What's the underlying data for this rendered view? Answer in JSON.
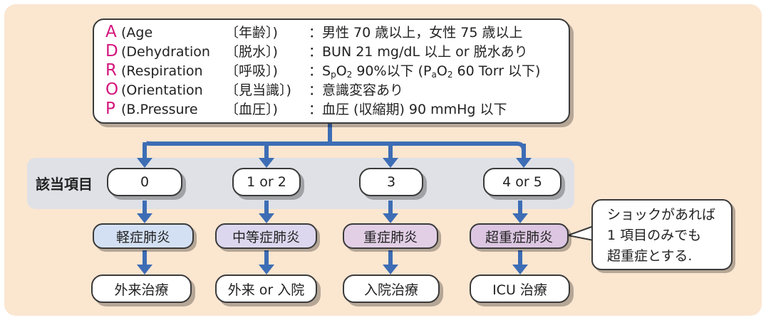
{
  "criteria": [
    {
      "letter": "A",
      "english": "(Age",
      "japanese": "〔年齢〕)",
      "criterion": "：男性 70 歳以上，女性 75 歳以上"
    },
    {
      "letter": "D",
      "english": "(Dehydration",
      "japanese": "〔脱水〕)",
      "criterion": "：BUN 21 mg/dL 以上 or 脱水あり"
    },
    {
      "letter": "R",
      "english": "(Respiration",
      "japanese": "〔呼吸〕)",
      "criterion_parts": [
        "：S",
        "p",
        "O",
        "2",
        " 90%以下 (P",
        "a",
        "O",
        "2",
        " 60 Torr 以下)"
      ]
    },
    {
      "letter": "O",
      "english": "(Orientation",
      "japanese": "〔見当識〕)",
      "criterion": "：意識変容あり"
    },
    {
      "letter": "P",
      "english": "(B.Pressure",
      "japanese": "〔血圧〕)",
      "criterion": "：血圧 (収縮期) 90 mmHg 以下"
    }
  ],
  "count_label": "該当項目",
  "counts": [
    "0",
    "1 or 2",
    "3",
    "4 or 5"
  ],
  "severities": [
    "軽症肺炎",
    "中等症肺炎",
    "重症肺炎",
    "超重症肺炎"
  ],
  "treatments": [
    "外来治療",
    "外来 or 入院",
    "入院治療",
    "ICU 治療"
  ],
  "note": [
    "ショックがあれば",
    "1 項目のみでも",
    "超重症とする."
  ],
  "colors": {
    "background": "#fbe6d0",
    "band": "#dfe1e6",
    "arrow": "#3d6db5",
    "letter": "#d4147d",
    "mild": "#d3e0f3",
    "moderate": "#dcd7ee",
    "severe": "#e2cfe6",
    "very_severe": "#dcc6e2"
  }
}
